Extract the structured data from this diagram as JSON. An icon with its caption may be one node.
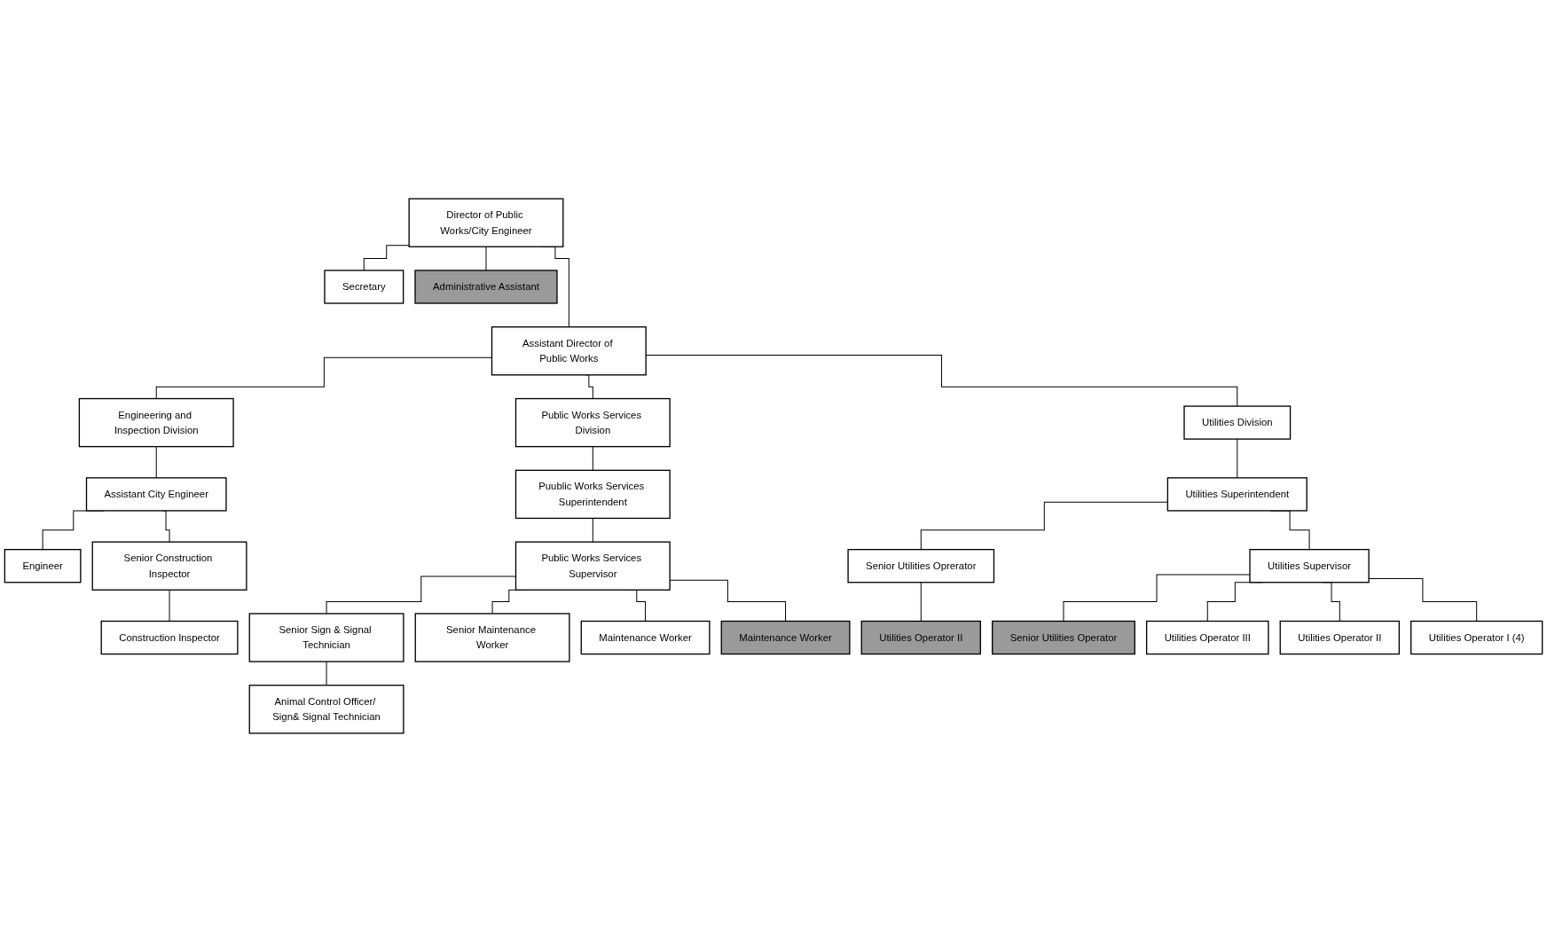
{
  "diagram": {
    "nodes": [
      {
        "text": [
          "Director of Public Works/City Engineer"
        ]
      },
      {
        "text": [
          "Secretary"
        ]
      },
      {
        "text": [
          "Administrative Assistant"
        ]
      },
      {
        "text": [
          "Assistant Director of Public Works"
        ]
      },
      {
        "text": [
          "Engineering and Inspection Division"
        ]
      },
      {
        "text": [
          "Public Works Services Division"
        ]
      },
      {
        "text": [
          "Utilities Division"
        ]
      },
      {
        "text": [
          "Assistant City Engineer"
        ]
      },
      {
        "text": [
          "Engineer"
        ]
      },
      {
        "text": [
          "Senior Construction Inspector"
        ]
      },
      {
        "text": [
          "Construction Inspector"
        ]
      },
      {
        "text": [
          "Puublic Works Services Superintendent"
        ]
      },
      {
        "text": [
          "Public Works Services Supervisor"
        ]
      },
      {
        "text": [
          "Senior Sign & Signal Technician"
        ]
      },
      {
        "text": [
          "Animal Control Officer/ Sign& Signal Technician"
        ]
      },
      {
        "text": [
          "Senior Maintenance Worker"
        ]
      },
      {
        "text": [
          "Maintenance Worker"
        ]
      },
      {
        "text": [
          "Maintenance Worker"
        ]
      },
      {
        "text": [
          "Utilities Superintendent"
        ]
      },
      {
        "text": [
          "Senior Utilities Oprerator"
        ]
      },
      {
        "text": [
          "Utilities Operator II"
        ]
      },
      {
        "text": [
          "Utilities Supervisor"
        ]
      },
      {
        "text": [
          "Senior Utilities Operator"
        ]
      },
      {
        "text": [
          "Utilities Operator III"
        ]
      },
      {
        "text": [
          "Utilities Operator II"
        ]
      },
      {
        "text": [
          "Utilities Operator I (4)"
        ]
      }
    ],
    "edges": [
      {
        "from": 0,
        "to": 1,
        "arrow": "none"
      },
      {
        "from": 0,
        "to": 2,
        "arrow": "none"
      },
      {
        "from": 0,
        "to": 3,
        "arrow": "none"
      },
      {
        "from": 3,
        "to": 4,
        "arrow": "none"
      },
      {
        "from": 3,
        "to": 5,
        "arrow": "none"
      },
      {
        "from": 3,
        "to": 6,
        "arrow": "none"
      },
      {
        "from": 4,
        "to": 7,
        "arrow": "none"
      },
      {
        "from": 7,
        "to": 8,
        "arrow": "none"
      },
      {
        "from": 7,
        "to": 9,
        "arrow": "none"
      },
      {
        "from": 9,
        "to": 10,
        "arrow": "none"
      },
      {
        "from": 5,
        "to": 11,
        "arrow": "none"
      },
      {
        "from": 11,
        "to": 12,
        "arrow": "none"
      },
      {
        "from": 12,
        "to": 13,
        "arrow": "none"
      },
      {
        "from": 13,
        "to": 14,
        "arrow": "none"
      },
      {
        "from": 12,
        "to": 15,
        "arrow": "none"
      },
      {
        "from": 12,
        "to": 16,
        "arrow": "none"
      },
      {
        "from": 12,
        "to": 17,
        "arrow": "none"
      },
      {
        "from": 6,
        "to": 18,
        "arrow": "none"
      },
      {
        "from": 18,
        "to": 19,
        "arrow": "none"
      },
      {
        "from": 19,
        "to": 20,
        "arrow": "none"
      },
      {
        "from": 18,
        "to": 21,
        "arrow": "none"
      },
      {
        "from": 21,
        "to": 22,
        "arrow": "none"
      },
      {
        "from": 21,
        "to": 23,
        "arrow": "none"
      },
      {
        "from": 21,
        "to": 24,
        "arrow": "none"
      },
      {
        "from": 21,
        "to": 25,
        "arrow": "none"
      }
    ]
  }
}
